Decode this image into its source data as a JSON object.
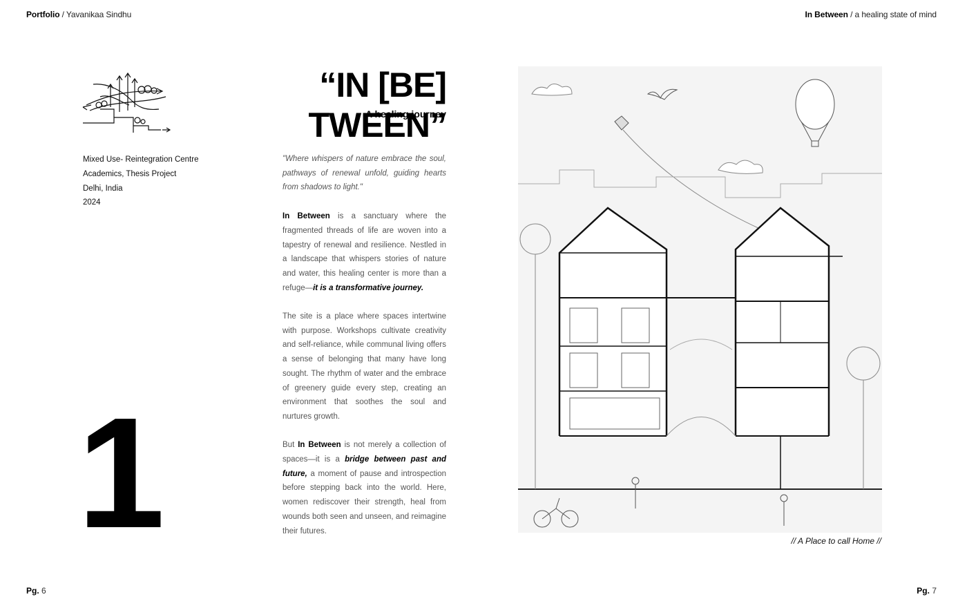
{
  "header": {
    "left_bold": "Portfolio",
    "left_rest": " / Yavanikaa Sindhu",
    "right_bold": "In Between",
    "right_rest": " / a healing state of mind"
  },
  "title": "“IN [BE] TWEEN”",
  "subtitle": "A healing journey",
  "meta": [
    "Mixed Use- Reintegration Centre",
    "Academics, Thesis Project",
    "Delhi, India",
    "2024"
  ],
  "big_number": "1",
  "quote": "\"Where whispers of nature embrace the soul, pathways of renewal unfold, guiding hearts from shadows to light.\"",
  "para1": {
    "bold": "In Between",
    "text": " is a sanctuary where the fragmented threads of life are woven into a tapestry of renewal and resilience. Nestled in a landscape that whispers stories of nature and water, this healing center is more than a refuge—",
    "emph": "it is a transformative journey."
  },
  "para2": "The site is a place where spaces intertwine with purpose. Workshops cultivate creativity and self-reliance, while communal living offers a sense of belonging that many have long sought. The rhythm of water and the embrace of greenery guide every step, creating an environment that soothes the soul and nurtures growth.",
  "para3": {
    "pre": "But ",
    "bold": "In Between",
    "mid": " is not merely a collection of spaces—it is a ",
    "emph": "bridge between past and future,",
    "post": " a moment of pause and introspection before stepping back into the world. Here, women rediscover their strength, heal from wounds both seen and unseen, and reimagine their futures."
  },
  "caption": "// A Place to call Home //",
  "page_left": {
    "label": "Pg.",
    "num": "6"
  },
  "page_right": {
    "label": "Pg.",
    "num": "7"
  }
}
